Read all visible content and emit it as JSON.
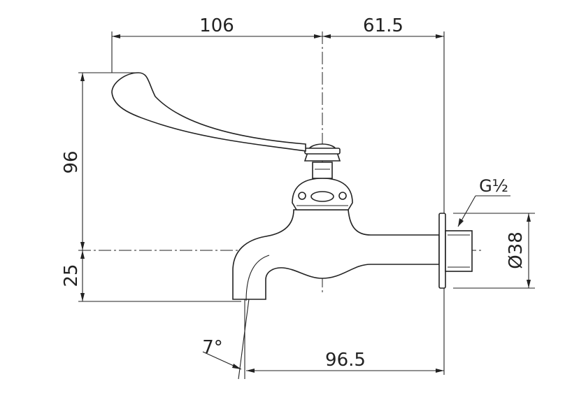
{
  "dimensions": {
    "handle_length": "106",
    "outlet_to_wall": "61.5",
    "handle_height": "96",
    "spout_drop": "25",
    "angle": "7°",
    "spout_reach": "96.5",
    "thread": "G½",
    "flange_diameter": "Ø38"
  }
}
